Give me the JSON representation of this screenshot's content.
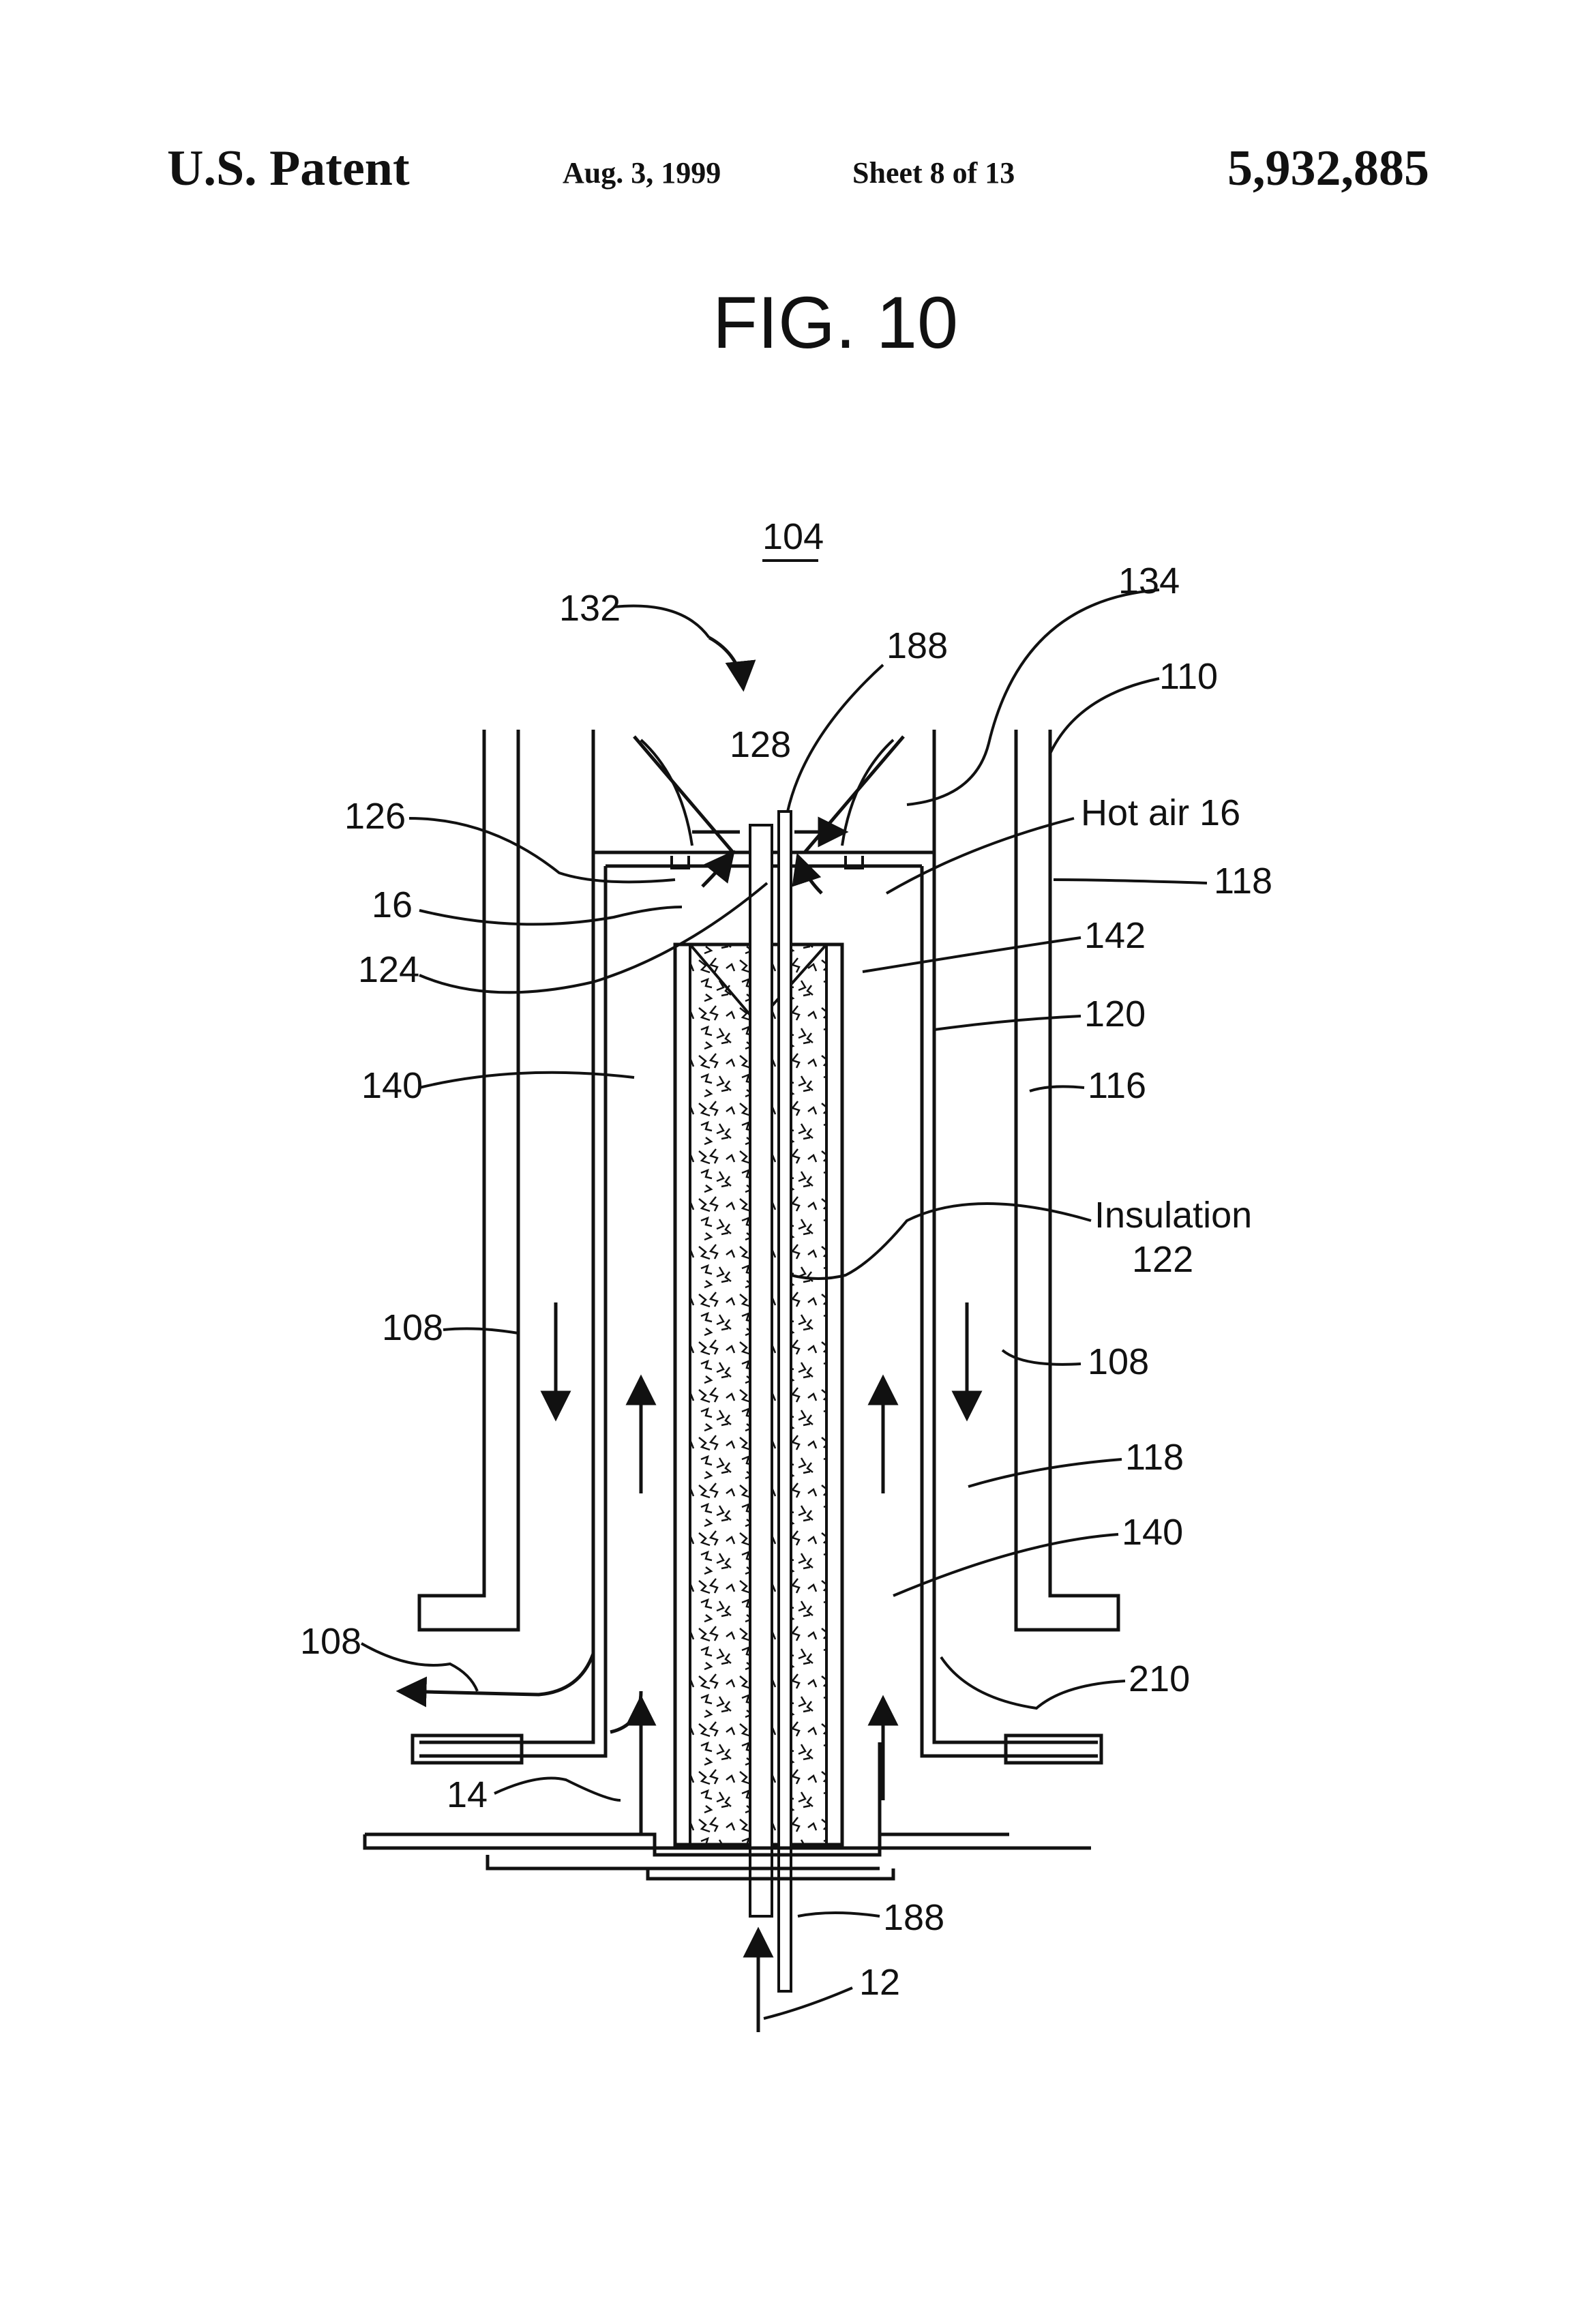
{
  "header": {
    "left": "U.S. Patent",
    "date": "Aug. 3, 1999",
    "sheet": "Sheet 8 of 13",
    "number": "5,932,885"
  },
  "figure": {
    "title": "FIG. 10",
    "assembly_ref": "104",
    "labels": {
      "l132": "132",
      "l134": "134",
      "l188_top": "188",
      "l110": "110",
      "l128": "128",
      "l126": "126",
      "l_hot_air": "Hot air  16",
      "l118_top": "118",
      "l16": "16",
      "l124": "124",
      "l142": "142",
      "l120": "120",
      "l140_left": "140",
      "l116": "116",
      "l_insulation": "Insulation",
      "l122": "122",
      "l108_left": "108",
      "l108_right": "108",
      "l118_bottom": "118",
      "l140_right": "140",
      "l108_bottom": "108",
      "l210": "210",
      "l14": "14",
      "l188_bottom": "188",
      "l12": "12"
    }
  },
  "colors": {
    "ink": "#111111",
    "paper": "#ffffff"
  }
}
